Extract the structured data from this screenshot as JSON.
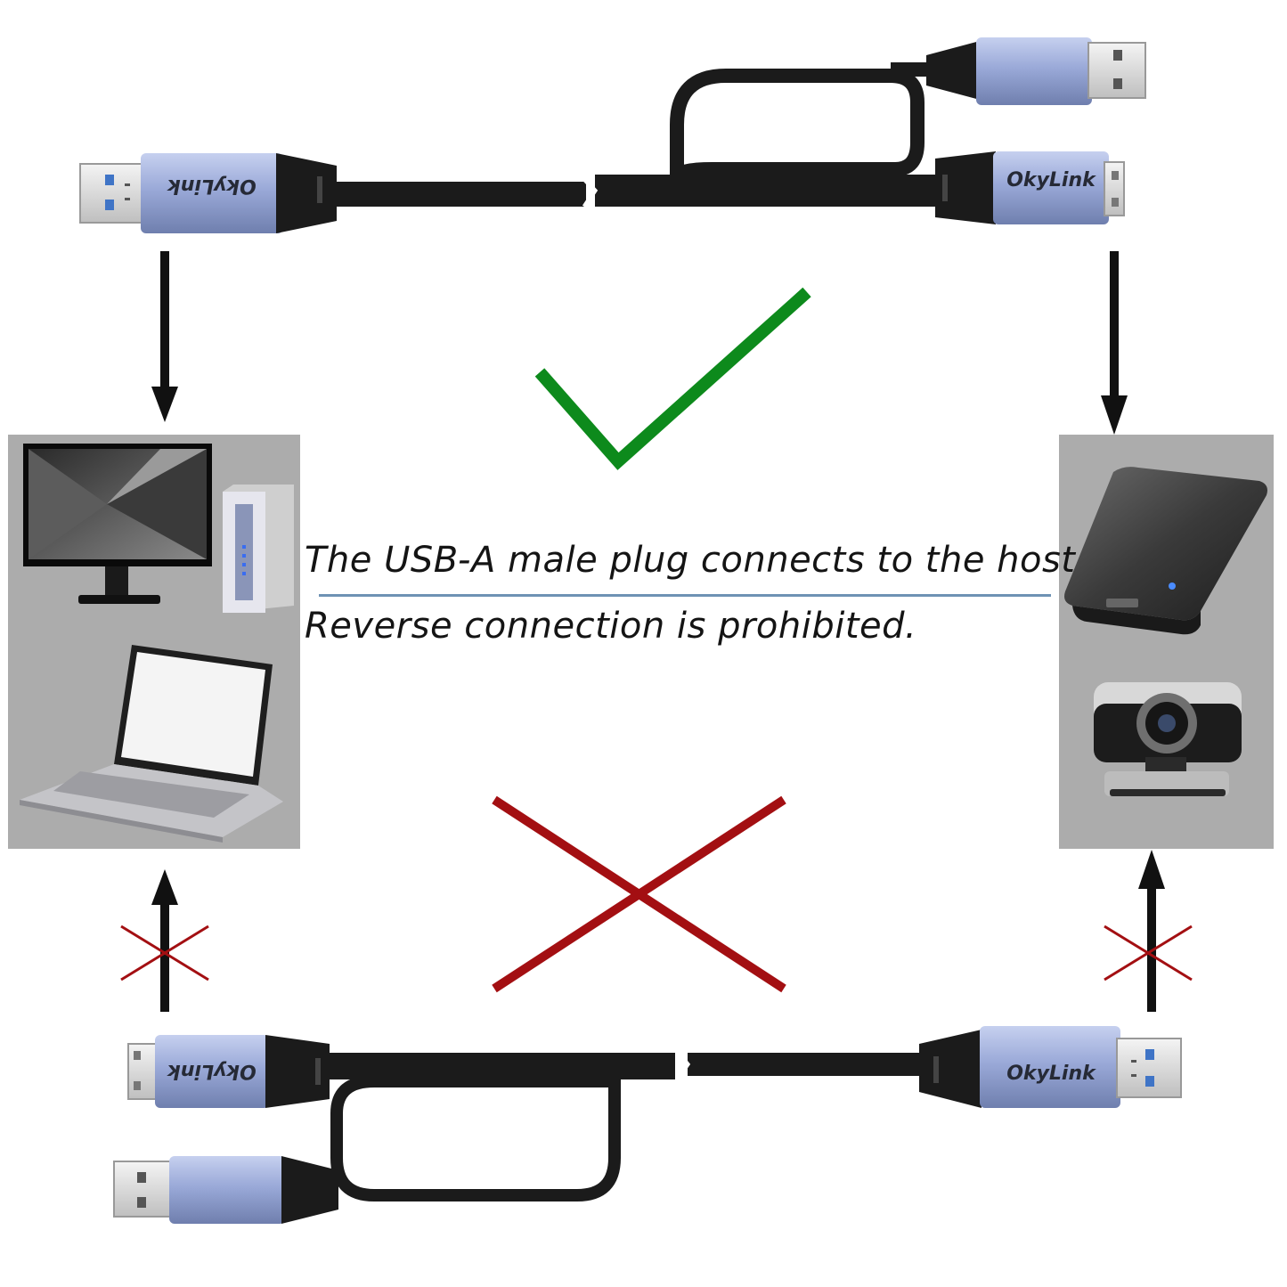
{
  "captions": {
    "line1": "The USB-A male plug connects to the host",
    "line2": "Reverse connection is prohibited."
  },
  "brand": {
    "top_usb_a": "OkyLink",
    "top_micro_b": "OkyLink",
    "bottom_micro_b": "OkyLink",
    "bottom_usb_a": "OkyLink"
  },
  "icons": {
    "correct": "check-icon",
    "wrong": "x-mark-icon",
    "wrong_small": "x-mark-icon",
    "arrow": "arrow-icon"
  },
  "colors": {
    "check": "#0d8a1c",
    "cross": "#a30f12",
    "plug_body": "#97a7d6",
    "cable": "#1b1b1b",
    "panel": "#acacac",
    "divider": "#6e92b4"
  },
  "panels": {
    "host": [
      "monitor",
      "pc-tower",
      "laptop"
    ],
    "device": [
      "external-hard-drive",
      "webcam"
    ]
  }
}
